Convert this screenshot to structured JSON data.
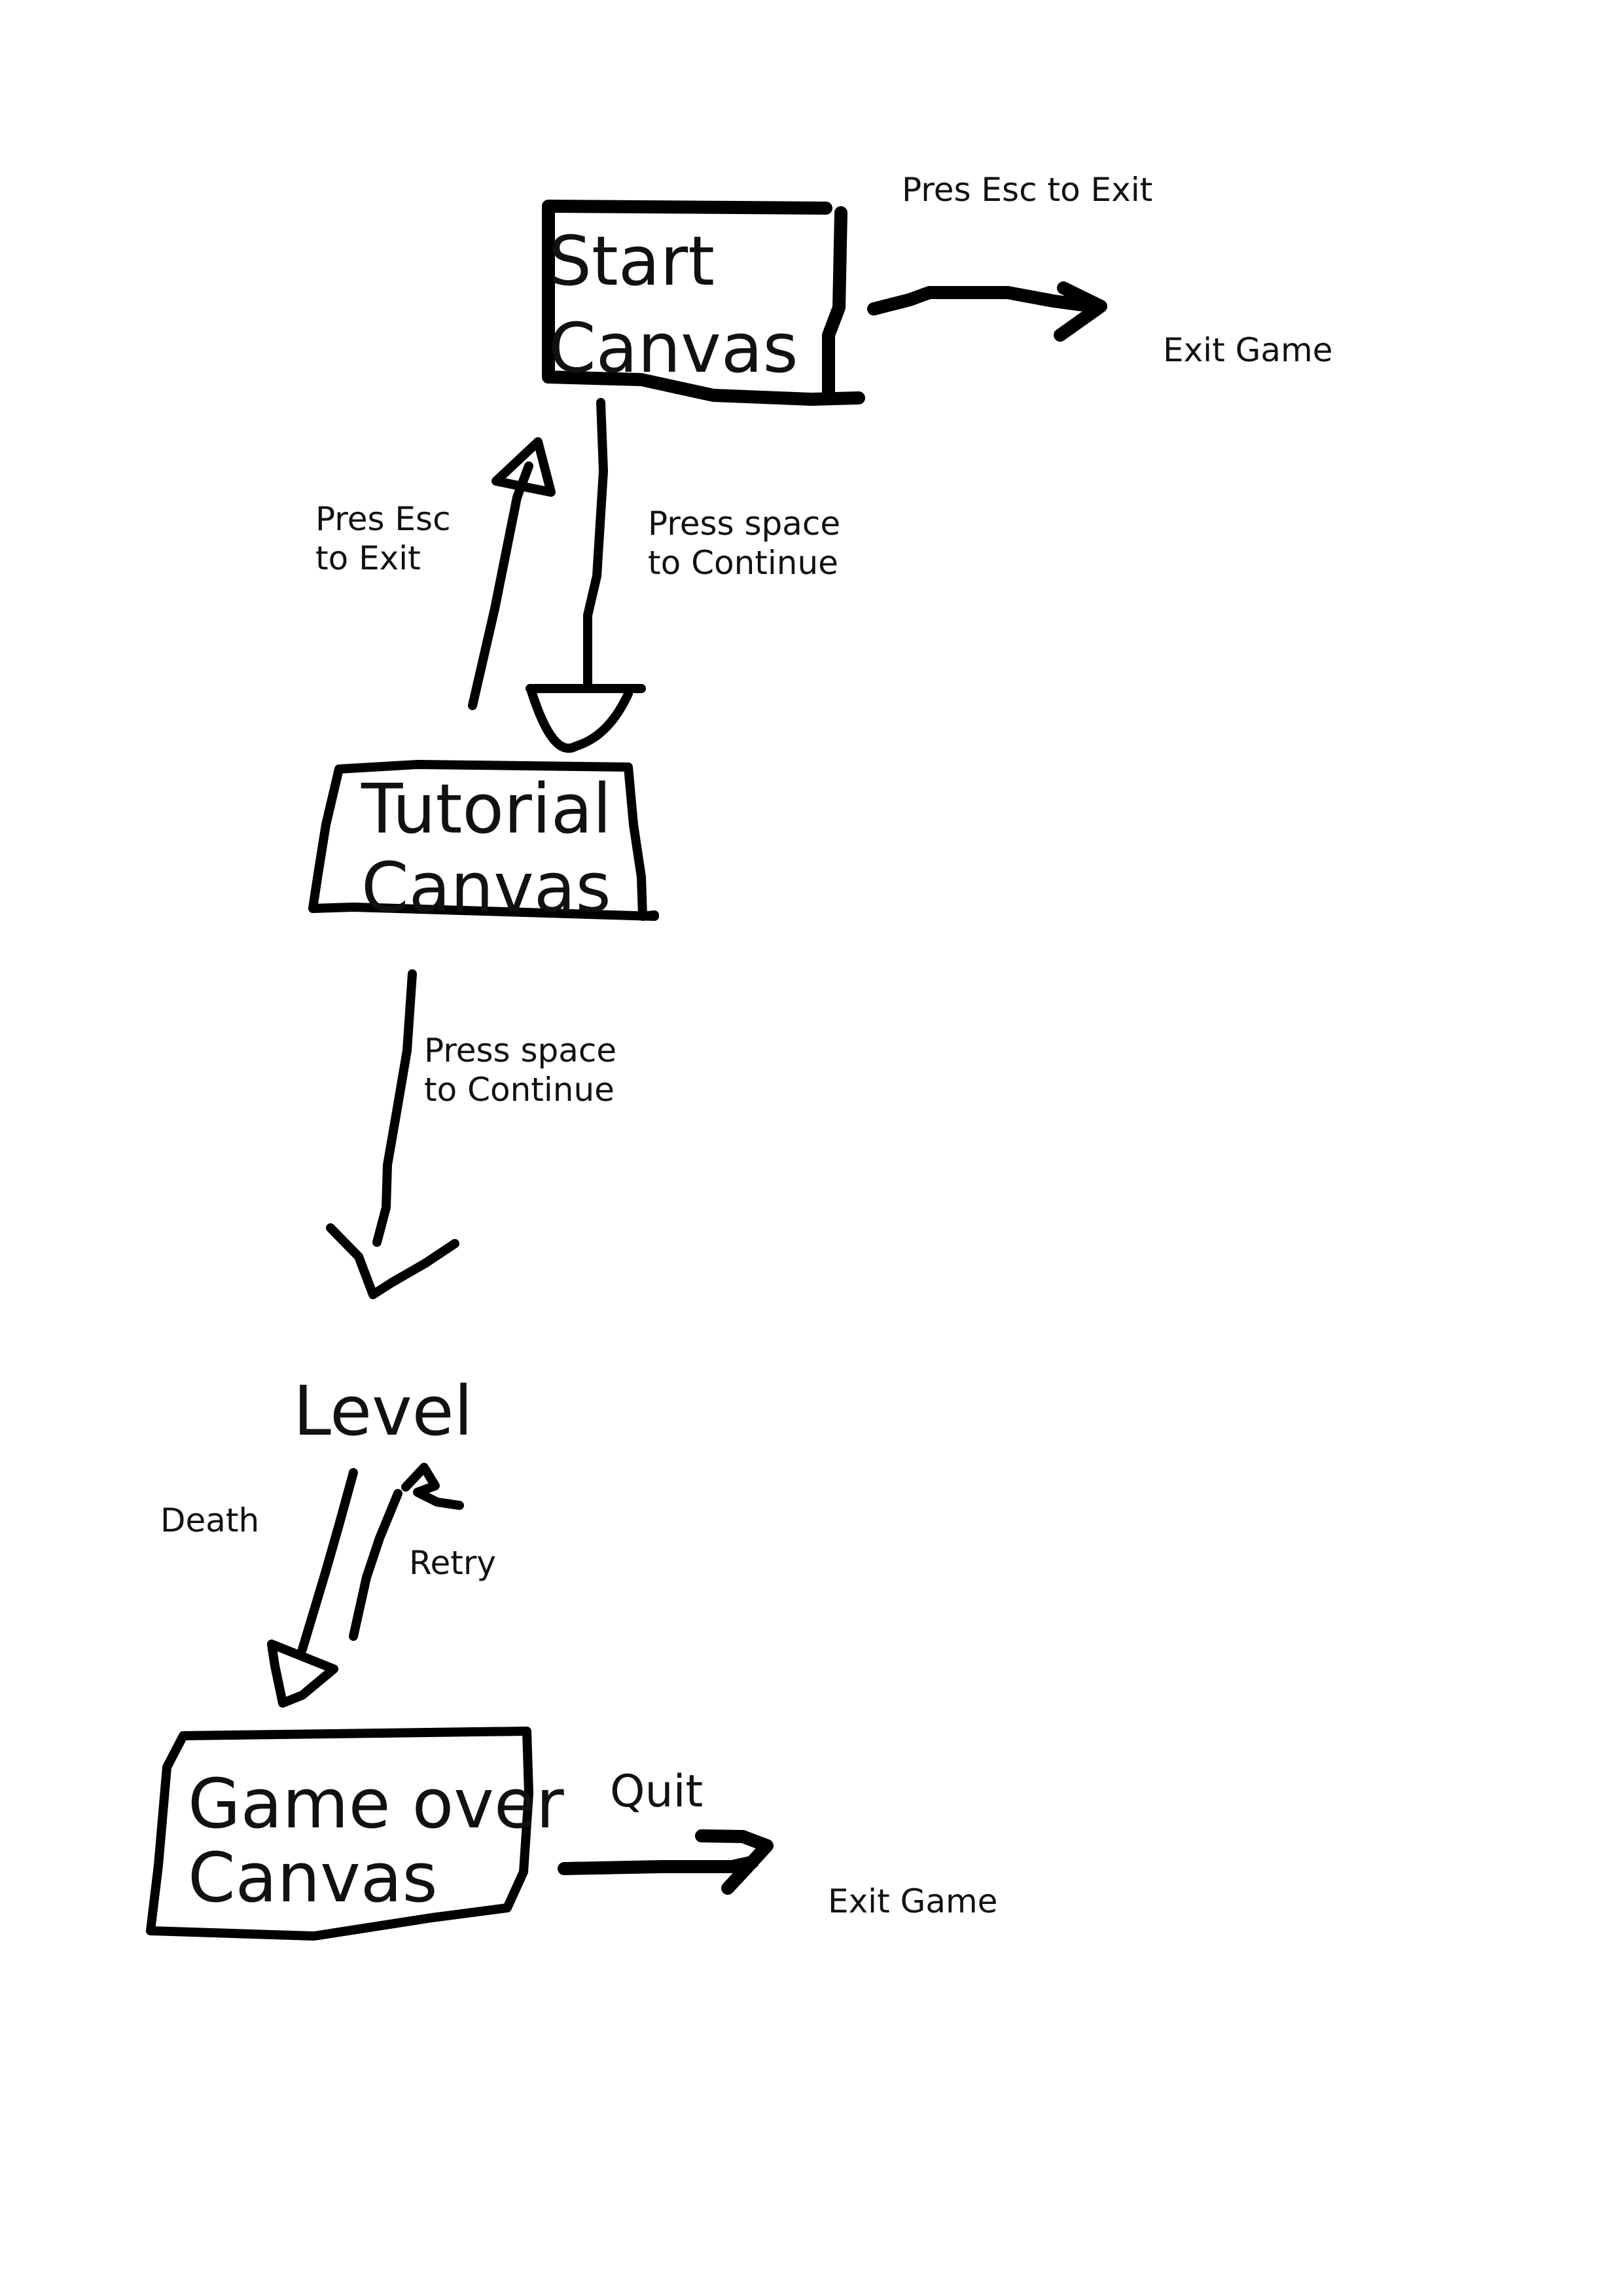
{
  "nodes": {
    "start": {
      "line1": "Start",
      "line2": "Canvas"
    },
    "tutorial": {
      "line1": "Tutorial",
      "line2": "Canvas"
    },
    "level": {
      "label": "Level"
    },
    "gameover": {
      "line1": "Game over",
      "line2": "Canvas"
    },
    "exit_top": {
      "label": "Exit Game"
    },
    "exit_bottom": {
      "label": "Exit Game"
    }
  },
  "edges": {
    "start_to_exit": {
      "line1": "Pres Esc to  Exit"
    },
    "tutorial_to_start": {
      "line1": "Pres Esc",
      "line2": "to  Exit"
    },
    "start_to_tutorial": {
      "line1": "Press space",
      "line2": "to Continue"
    },
    "tutorial_to_level": {
      "line1": "Press space",
      "line2": "to Continue"
    },
    "level_to_gameover": {
      "label": "Death"
    },
    "gameover_to_level": {
      "label": "Retry"
    },
    "gameover_to_exit": {
      "label": "Quit"
    }
  },
  "colors": {
    "ink": "#000000",
    "background": "#ffffff"
  }
}
